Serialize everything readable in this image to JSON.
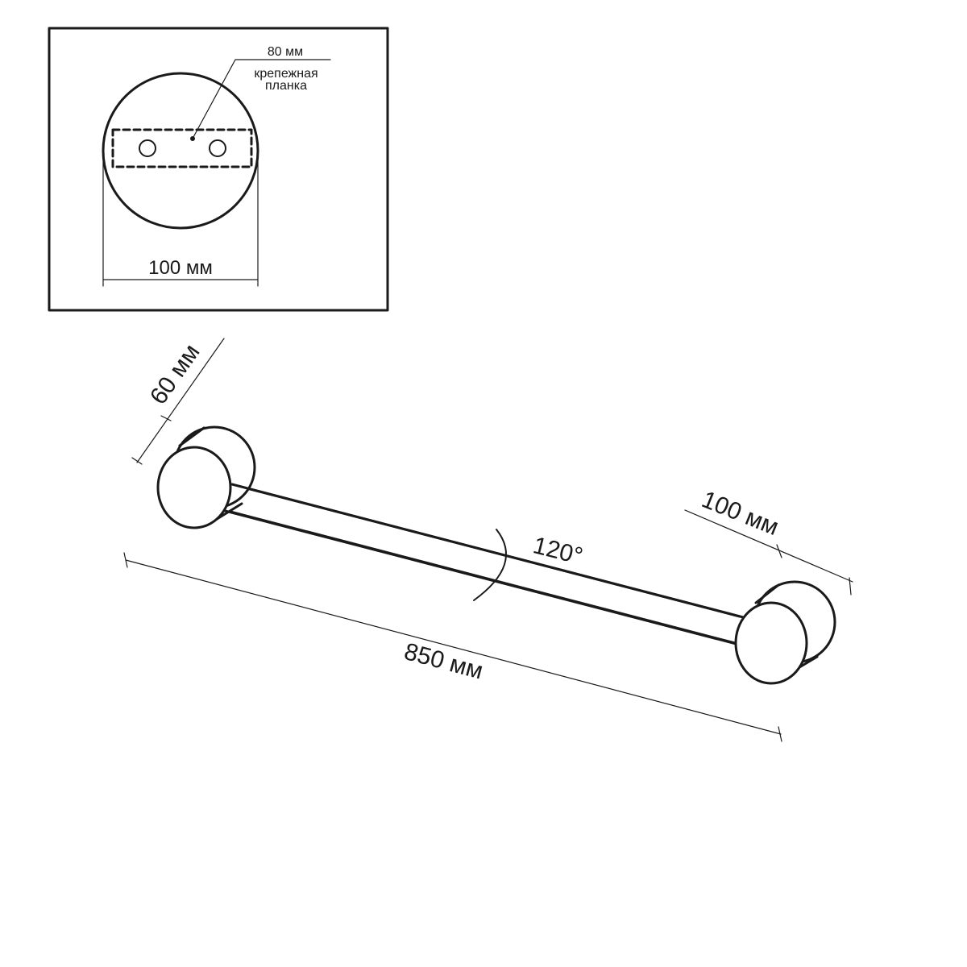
{
  "inset": {
    "strip_length": "80 мм",
    "strip_caption_line1": "крепежная",
    "strip_caption_line2": "планка",
    "base_diameter": "100 мм"
  },
  "main": {
    "base_depth": "60 мм",
    "angle": "120°",
    "head_diameter": "100 мм",
    "total_length": "850 мм"
  }
}
